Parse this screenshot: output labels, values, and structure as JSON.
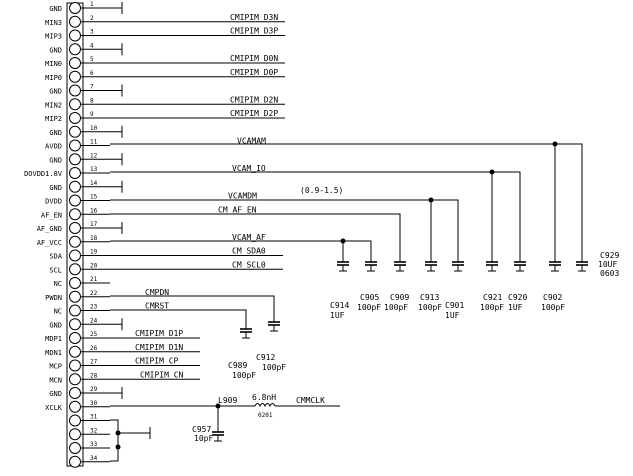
{
  "connector": {
    "pins": [
      {
        "num": "1",
        "label": "GND",
        "net": "",
        "gnd": true
      },
      {
        "num": "2",
        "label": "MIN3",
        "net": "CMIPIM_D3N"
      },
      {
        "num": "3",
        "label": "MIP3",
        "net": "CMIPIM_D3P"
      },
      {
        "num": "4",
        "label": "GND",
        "net": "",
        "gnd": true
      },
      {
        "num": "5",
        "label": "MIN0",
        "net": "CMIPIM_D0N"
      },
      {
        "num": "6",
        "label": "MIP0",
        "net": "CMIPIM_D0P"
      },
      {
        "num": "7",
        "label": "GND",
        "net": "",
        "gnd": true
      },
      {
        "num": "8",
        "label": "MIN2",
        "net": "CMIPIM_D2N"
      },
      {
        "num": "9",
        "label": "MIP2",
        "net": "CMIPIM_D2P"
      },
      {
        "num": "10",
        "label": "GND",
        "net": "",
        "gnd": true
      },
      {
        "num": "11",
        "label": "AVDD",
        "net": "VCAMAM"
      },
      {
        "num": "12",
        "label": "GND",
        "net": "",
        "gnd": true
      },
      {
        "num": "13",
        "label": "DOVDD1.8V",
        "net": "VCAM_IO"
      },
      {
        "num": "14",
        "label": "GND",
        "net": "",
        "gnd": true
      },
      {
        "num": "15",
        "label": "DVDD",
        "net": "VCAMDM"
      },
      {
        "num": "16",
        "label": "AF_EN",
        "net": "CM_AF_EN"
      },
      {
        "num": "17",
        "label": "AF_GND",
        "net": "",
        "gnd": true
      },
      {
        "num": "18",
        "label": "AF_VCC",
        "net": "VCAM_AF"
      },
      {
        "num": "19",
        "label": "SDA",
        "net": "CM_SDA0"
      },
      {
        "num": "20",
        "label": "SCL",
        "net": "CM_SCL0"
      },
      {
        "num": "21",
        "label": "NC",
        "net": ""
      },
      {
        "num": "22",
        "label": "PWDN",
        "net": "CMPDN"
      },
      {
        "num": "23",
        "label": "NC",
        "net": "CMRST"
      },
      {
        "num": "24",
        "label": "GND",
        "net": "",
        "gnd": true
      },
      {
        "num": "25",
        "label": "MDP1",
        "net": "CMIPIM_D1P"
      },
      {
        "num": "26",
        "label": "MDN1",
        "net": "CMIPIM_D1N"
      },
      {
        "num": "27",
        "label": "MCP",
        "net": "CMIPIM_CP"
      },
      {
        "num": "28",
        "label": "MCN",
        "net": "CMIPIM_CN"
      },
      {
        "num": "29",
        "label": "GND",
        "net": "",
        "gnd": true
      },
      {
        "num": "30",
        "label": "XCLK",
        "net": ""
      },
      {
        "num": "31",
        "label": "",
        "net": ""
      },
      {
        "num": "32",
        "label": "",
        "net": ""
      },
      {
        "num": "33",
        "label": "",
        "net": ""
      },
      {
        "num": "34",
        "label": "",
        "net": ""
      }
    ]
  },
  "annotation": {
    "dvdd_range": "(0.9-1.5)"
  },
  "capacitors": [
    {
      "ref": "C914",
      "value": "1UF"
    },
    {
      "ref": "C905",
      "value": "100pF"
    },
    {
      "ref": "C909",
      "value": "100pF"
    },
    {
      "ref": "C913",
      "value": "100pF"
    },
    {
      "ref": "C901",
      "value": "1UF"
    },
    {
      "ref": "C921",
      "value": "100pF"
    },
    {
      "ref": "C920",
      "value": "1UF"
    },
    {
      "ref": "C902",
      "value": "100pF"
    },
    {
      "ref": "C929",
      "value": "10UF",
      "extra": "0603"
    },
    {
      "ref": "C989",
      "value": "100pF"
    },
    {
      "ref": "C912",
      "value": "100pF"
    },
    {
      "ref": "C957",
      "value": "10pF"
    }
  ],
  "inductor": {
    "ref": "L909",
    "value": "6.8nH",
    "package": "0201",
    "net": "CMMCLK"
  },
  "colors": {
    "ink": "#000000",
    "background": "#ffffff"
  }
}
